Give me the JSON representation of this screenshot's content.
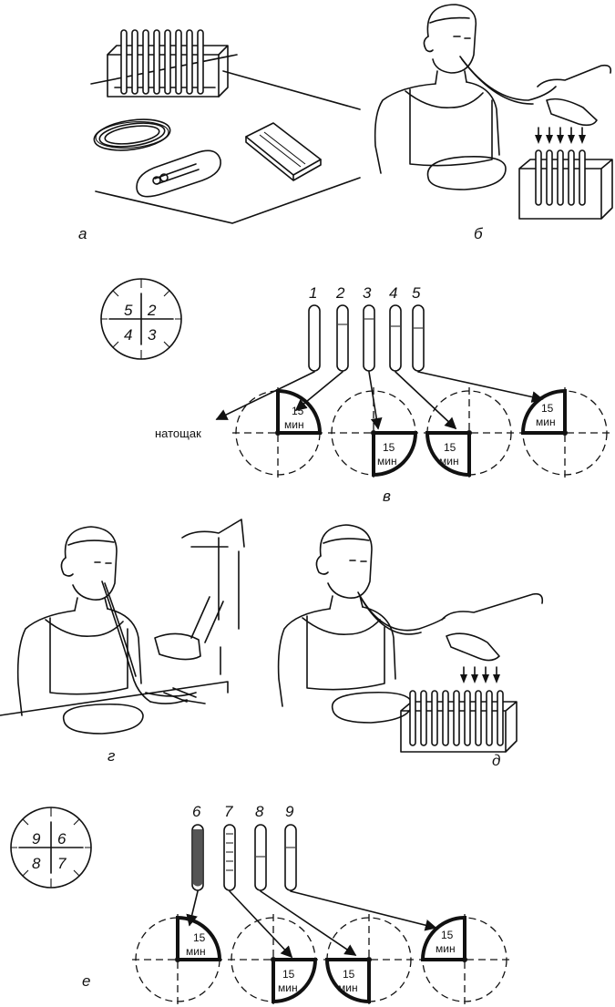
{
  "panels": {
    "a": {
      "label": "а"
    },
    "b": {
      "label": "б"
    },
    "v": {
      "label": "в",
      "fasting_label": "натощак",
      "tubes": [
        "1",
        "2",
        "3",
        "4",
        "5"
      ],
      "key_numbers": [
        "5",
        "2",
        "4",
        "3"
      ]
    },
    "g": {
      "label": "г"
    },
    "d": {
      "label": "д"
    },
    "e": {
      "label": "е",
      "tubes": [
        "6",
        "7",
        "8",
        "9"
      ],
      "key_numbers": [
        "9",
        "6",
        "8",
        "7"
      ]
    }
  },
  "quadrant_marker": {
    "minutes": "15",
    "unit": "мин"
  }
}
